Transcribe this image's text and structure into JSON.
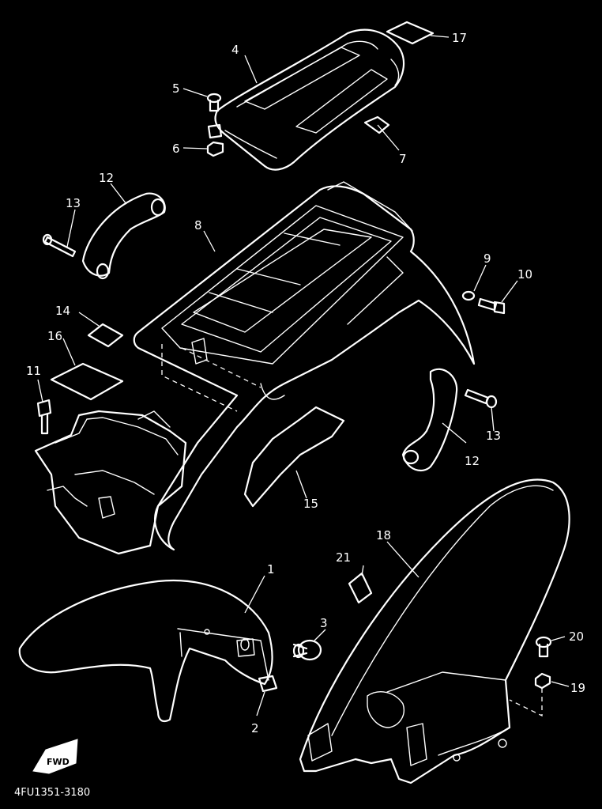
{
  "diagram_code": "4FU1351-3180",
  "fwd_label": "FWD",
  "colors": {
    "background": "#000000",
    "line": "#ffffff"
  },
  "callouts": {
    "c1": "1",
    "c2": "2",
    "c3": "3",
    "c4": "4",
    "c5": "5",
    "c6": "6",
    "c7": "7",
    "c8": "8",
    "c9": "9",
    "c10": "10",
    "c11": "11",
    "c12a": "12",
    "c12b": "12",
    "c13a": "13",
    "c13b": "13",
    "c14": "14",
    "c15": "15",
    "c16": "16",
    "c17": "17",
    "c18": "18",
    "c19": "19",
    "c20": "20",
    "c21": "21"
  }
}
